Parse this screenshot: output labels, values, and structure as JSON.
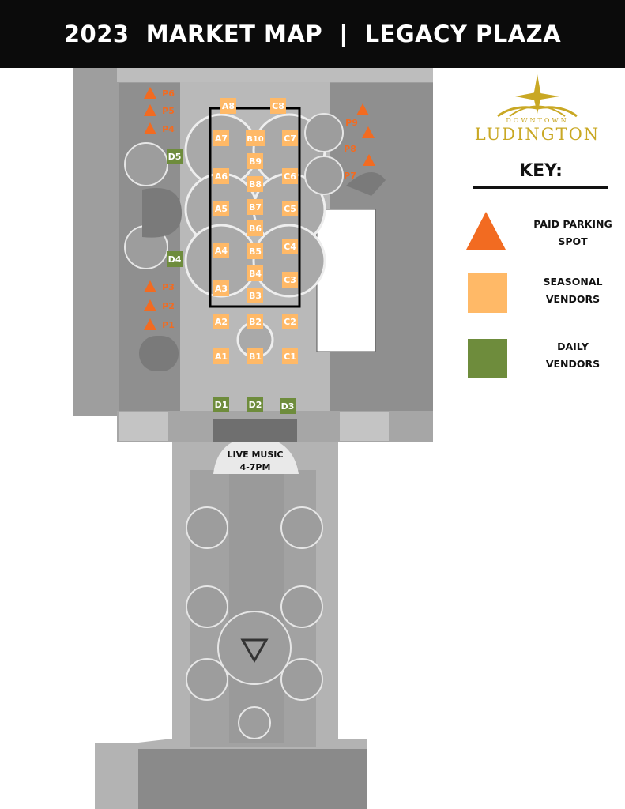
{
  "header": {
    "title": "2023  MARKET MAP  |  LEGACY PLAZA"
  },
  "logo": {
    "top_text": "DOWNTOWN",
    "main_text": "LUDINGTON"
  },
  "key": {
    "title": "KEY:",
    "items": [
      {
        "label": "PAID PARKING\nSPOT",
        "color": "#f26b21",
        "shape": "triangle"
      },
      {
        "label": "SEASONAL\nVENDORS",
        "color": "#ffb967",
        "shape": "square"
      },
      {
        "label": "DAILY\nVENDORS",
        "color": "#6e8c3c",
        "shape": "square"
      }
    ]
  },
  "colors": {
    "parking": "#f26b21",
    "seasonal": "#ffb967",
    "daily": "#6e8c3c"
  },
  "parking": [
    "P6",
    "P5",
    "P4",
    "P3",
    "P2",
    "P1",
    "P9",
    "P8",
    "P7"
  ],
  "seasonal": [
    "A8",
    "C8",
    "A7",
    "B10",
    "C7",
    "B9",
    "A6",
    "B8",
    "C6",
    "A5",
    "B7",
    "C5",
    "B6",
    "A4",
    "B5",
    "C4",
    "B4",
    "C3",
    "A3",
    "B3",
    "A2",
    "B2",
    "C2",
    "A1",
    "B1",
    "C1"
  ],
  "daily": [
    "D5",
    "D4",
    "D1",
    "D2",
    "D3"
  ],
  "music": {
    "line1": "LIVE MUSIC",
    "line2": "4-7PM"
  }
}
